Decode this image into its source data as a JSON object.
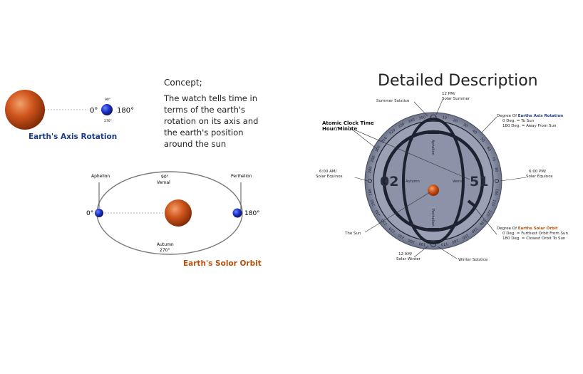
{
  "axis_panel": {
    "angle_0": "0°",
    "angle_90": "90°",
    "angle_180": "180°",
    "angle_270": "270°",
    "caption": "Earth's Axis Rotation"
  },
  "concept": {
    "title": "Concept;",
    "body_lines": [
      "The watch tells time in",
      "terms of the earth's",
      "rotation on its axis and",
      "the earth's position",
      "around the sun"
    ]
  },
  "orbit_panel": {
    "aphelion": "Aphelion",
    "perihelion": "Perihelion",
    "top_deg": "90°",
    "top_name": "Vernal",
    "bottom_name": "Autumn",
    "bottom_deg": "270°",
    "left_deg": "0°",
    "right_deg": "180°",
    "caption": "Earth's Solor Orbit"
  },
  "detail": {
    "title": "Detailed Description",
    "hour": "02",
    "minute": "51",
    "inner_left": "Autumn",
    "inner_right": "Vernal",
    "inner_top": "Aphelion",
    "inner_bottom": "Perihelion",
    "callouts": {
      "summer_solstice": "Summer Solstice",
      "solar_summer_1": "12 PM/",
      "solar_summer_2": "Solar Summer",
      "atomic_1": "Atomic Clock Time",
      "atomic_2": "Hour/Minute",
      "axis_rot_1": "Degree Of ",
      "axis_rot_1b": "Earths Axis Rotation",
      "axis_rot_2": "0 Deg. = To Sun",
      "axis_rot_3": "180 Deg. = Away From Sun",
      "am6_1": "6:00 AM/",
      "am6_2": "Solar Equinox",
      "pm6_1": "6:00 PM/",
      "pm6_2": "Solar Equinox",
      "sun": "The Sun",
      "orbit_1": "Degree Of ",
      "orbit_1b": "Earths Solar Orbit",
      "orbit_2": "0 Deg. = Furthest Orbit From Sun",
      "orbit_3": "180 Deg. = Closest Orbit To Sun",
      "am12_1": "12 AM/",
      "am12_2": "Solar Winter",
      "winter_solstice": "Winter Solstice"
    },
    "ring_numbers": [
      "350",
      "10",
      "20",
      "30",
      "40",
      "50",
      "60",
      "70",
      "80",
      "100",
      "110",
      "120",
      "130",
      "140",
      "150",
      "160",
      "170",
      "190",
      "200",
      "210",
      "220",
      "230",
      "240",
      "250",
      "260",
      "280",
      "290",
      "300",
      "310",
      "320",
      "330",
      "340"
    ]
  },
  "colors": {
    "sun_dark": "#8a2e05",
    "sun_light": "#e07a3a",
    "earth_blue": "#1a2fb0",
    "axis_caption": "#1a3a8c",
    "orbit_caption": "#b8500a",
    "dial_gray": "#8c93a8",
    "dial_dark": "#1e2230"
  }
}
